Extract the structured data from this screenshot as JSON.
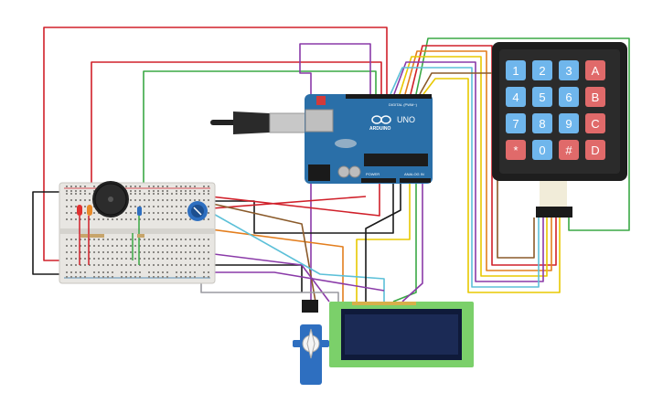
{
  "arduino": {
    "brand": "UNO",
    "logo_text": "ARDUINO",
    "digital_label": "DIGITAL (PWM~)",
    "power_label": "POWER",
    "analog_label": "ANALOG IN"
  },
  "keypad": {
    "keys": [
      [
        "1",
        "2",
        "3",
        "A"
      ],
      [
        "4",
        "5",
        "6",
        "B"
      ],
      [
        "7",
        "8",
        "9",
        "C"
      ],
      [
        "*",
        "0",
        "#",
        "D"
      ]
    ]
  },
  "colors": {
    "wire_red": "#d0202a",
    "wire_green": "#3aa845",
    "wire_purple": "#8a3aa8",
    "wire_black": "#1a1a1a",
    "wire_yellow": "#e8c800",
    "wire_orange": "#e37e1e",
    "wire_brown": "#8a5a2a",
    "wire_cyan": "#5cc0d8",
    "wire_grey": "#9a9aa0",
    "board_blue": "#2a6fa8",
    "keypad_blue": "#6fb6ec",
    "keypad_red": "#e06a6a",
    "lcd_green": "#7bd06a",
    "lcd_screen": "#1b2a55",
    "servo_blue": "#2e6fc0"
  }
}
